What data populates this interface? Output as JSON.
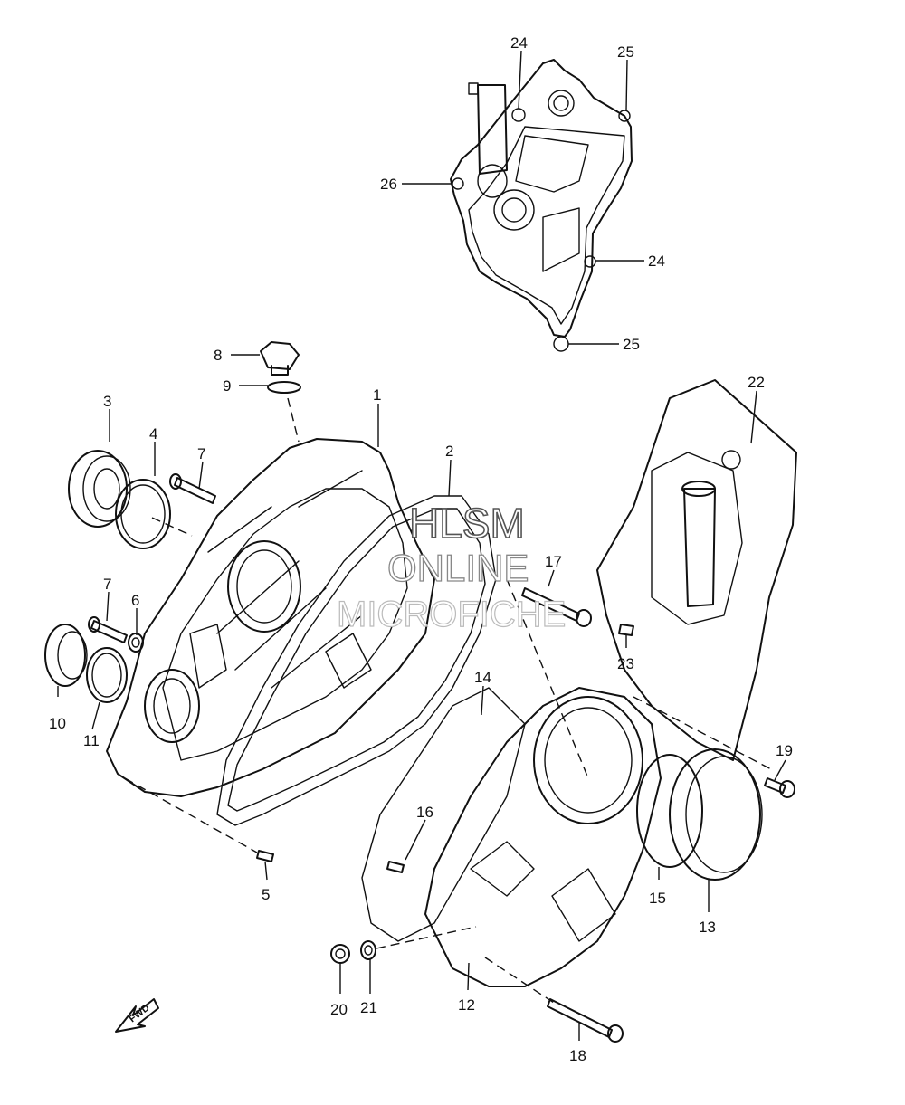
{
  "watermark": {
    "line1": "HLSM",
    "line2": "ONLINE",
    "line3": "MICROFICHE"
  },
  "direction_marker": {
    "label": "FWD",
    "icon": "arrow-fwd-icon"
  },
  "callouts": [
    {
      "id": "1",
      "text": "1"
    },
    {
      "id": "2",
      "text": "2"
    },
    {
      "id": "3",
      "text": "3"
    },
    {
      "id": "4",
      "text": "4"
    },
    {
      "id": "5",
      "text": "5"
    },
    {
      "id": "6",
      "text": "6"
    },
    {
      "id": "7a",
      "text": "7"
    },
    {
      "id": "7b",
      "text": "7"
    },
    {
      "id": "8",
      "text": "8"
    },
    {
      "id": "9",
      "text": "9"
    },
    {
      "id": "10",
      "text": "10"
    },
    {
      "id": "11",
      "text": "11"
    },
    {
      "id": "12",
      "text": "12"
    },
    {
      "id": "13",
      "text": "13"
    },
    {
      "id": "14",
      "text": "14"
    },
    {
      "id": "15",
      "text": "15"
    },
    {
      "id": "16",
      "text": "16"
    },
    {
      "id": "17",
      "text": "17"
    },
    {
      "id": "18",
      "text": "18"
    },
    {
      "id": "19",
      "text": "19"
    },
    {
      "id": "20",
      "text": "20"
    },
    {
      "id": "21",
      "text": "21"
    },
    {
      "id": "22",
      "text": "22"
    },
    {
      "id": "23",
      "text": "23"
    },
    {
      "id": "24a",
      "text": "24"
    },
    {
      "id": "24b",
      "text": "24"
    },
    {
      "id": "25a",
      "text": "25"
    },
    {
      "id": "25b",
      "text": "25"
    },
    {
      "id": "26",
      "text": "26"
    }
  ]
}
